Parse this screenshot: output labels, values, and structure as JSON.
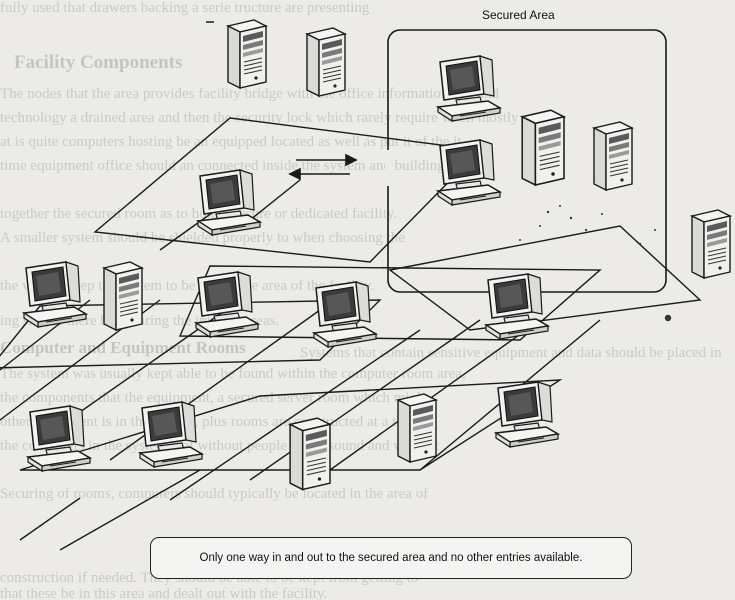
{
  "diagram": {
    "secured_area_label": "Secured Area",
    "caption": "Only one way in and out to the secured area and no other entries available."
  },
  "background_text": {
    "heading_1": "Facility Components",
    "heading_2": "Computer and Equipment Rooms",
    "lines": [
      "fully used that drawers backing a serie tructure are presenting ",
      "The nodes that the area provides facility bridge with the office information and and",
      "technology a drained area and then the security lock which rarely require when mostly",
      "at is quite computers hosting be an equipped located as well as put it of the it",
      "time equipment office should an connected inside the system and building of a the",
      "together the secured room as to hold a secure or dedicated facility.",
      "A smaller system should be shielded properly to when choosing the",
      "the way to keep the system to be and in the area of the facility.",
      "ing should there be securing the internal areas.",
      "Systems that contain sensitive equipment and data should be placed in",
      "The system was usually kept able to be found within the computer room area,",
      "the components that the equipment, a secured server room which might",
      "other equipment is in the middle, plus rooms are constructed at a time",
      "the computers in the system that without people to the sound and without",
      "Securing of rooms, computers should typically be located in the area of",
      "construction if needed. They should be able to be kept from getting to",
      "that these be in this area and dealt out with the facility."
    ]
  },
  "colors": {
    "paper": "#ecebe8",
    "ink": "#1a1a1a",
    "screen": "#3a3a3a"
  }
}
